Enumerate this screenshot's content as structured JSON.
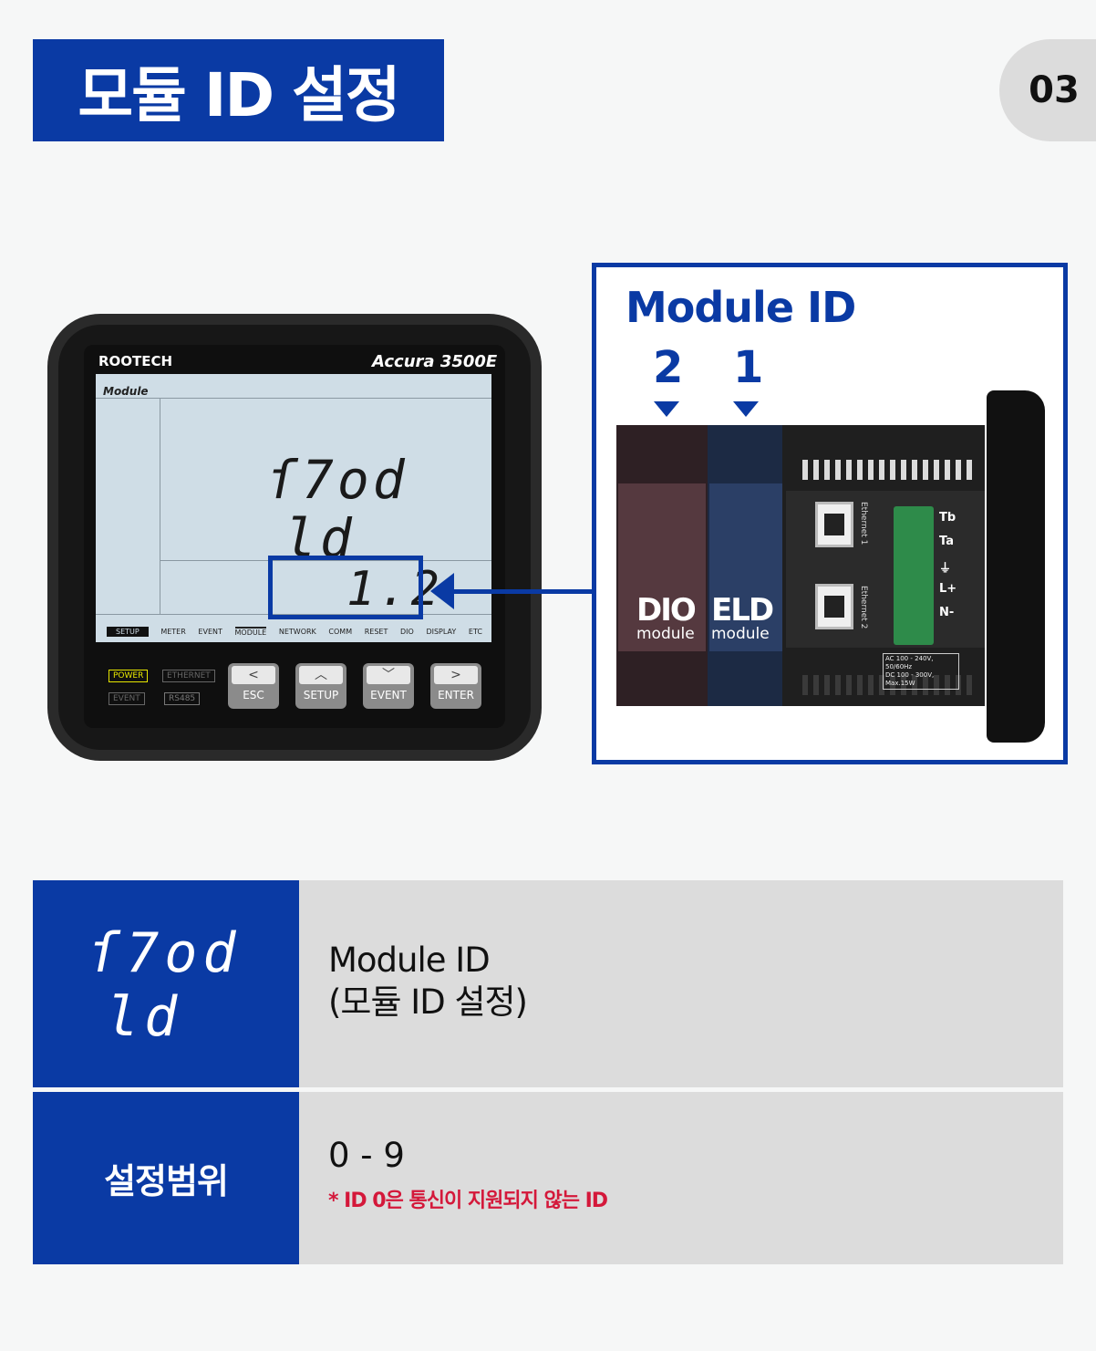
{
  "header": {
    "title": "모듈 ID 설정",
    "page_number": "03"
  },
  "meter": {
    "brand": "ROOTECH",
    "model": "Accura 3500E",
    "lcd_title": "Module",
    "lcd_line1": "ſ7od",
    "lcd_line2": "ld",
    "lcd_value": "1.2",
    "menu": [
      "SETUP",
      "METER",
      "EVENT",
      "MODULE",
      "NETWORK",
      "COMM",
      "RESET",
      "DIO",
      "DISPLAY",
      "ETC"
    ],
    "indicators": {
      "power": "POWER",
      "ethernet": "ETHERNET",
      "event": "EVENT",
      "rs485": "RS485"
    },
    "buttons": [
      {
        "icon": "chevron-left-icon",
        "glyph": "<",
        "label": "ESC"
      },
      {
        "icon": "chevron-up-icon",
        "glyph": "︿",
        "label": "SETUP"
      },
      {
        "icon": "chevron-down-icon",
        "glyph": "﹀",
        "label": "EVENT"
      },
      {
        "icon": "chevron-right-icon",
        "glyph": ">",
        "label": "ENTER"
      }
    ]
  },
  "module_panel": {
    "title": "Module ID",
    "slot2_number": "2",
    "slot1_number": "1",
    "dio_big": "DIO",
    "dio_small": "module",
    "eld_big": "ELD",
    "eld_small": "module",
    "ethernet1": "Ethernet 1",
    "ethernet2": "Ethernet 2",
    "terminals": [
      "Tb",
      "Ta",
      "⏚",
      "L+",
      "N-"
    ],
    "spec_line1": "AC 100 - 240V, 50/60Hz",
    "spec_line2": "DC 100 - 300V, Max.15W"
  },
  "table": {
    "row1_seg1": "ſ7od",
    "row1_seg2": "ld",
    "row1_title": "Module ID",
    "row1_subtitle": "(모듈 ID 설정)",
    "row2_label": "설정범위",
    "row2_range": "0 - 9",
    "row2_note": "* ID 0은 통신이 지원되지 않는 ID"
  },
  "colors": {
    "brand_blue": "#0a3aa4",
    "note_red": "#d4183a",
    "grey_cell": "#dcdcdc"
  }
}
